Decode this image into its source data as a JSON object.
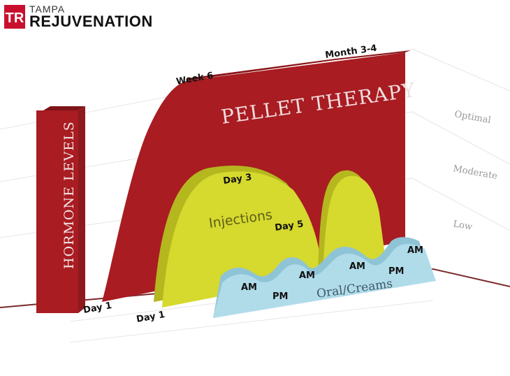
{
  "logo": {
    "line1": "TAMPA",
    "line2": "REJUVENATION",
    "mark": "TR"
  },
  "chart_data": {
    "type": "area",
    "title": "",
    "ylabel": "HORMONE LEVELS",
    "levels": [
      "Optimal",
      "Moderate",
      "Low"
    ],
    "series": [
      {
        "name": "PELLET THERAPY",
        "color": "#a81c22",
        "labels": [
          "Day 1",
          "Week 6",
          "Month 3-4"
        ]
      },
      {
        "name": "Injections",
        "color": "#d6d92e",
        "labels": [
          "Day 1",
          "Day 3",
          "Day 5"
        ]
      },
      {
        "name": "Oral/Creams",
        "color": "#b0dcea",
        "labels": [
          "AM",
          "PM",
          "AM",
          "AM",
          "PM",
          "AM"
        ]
      }
    ]
  }
}
